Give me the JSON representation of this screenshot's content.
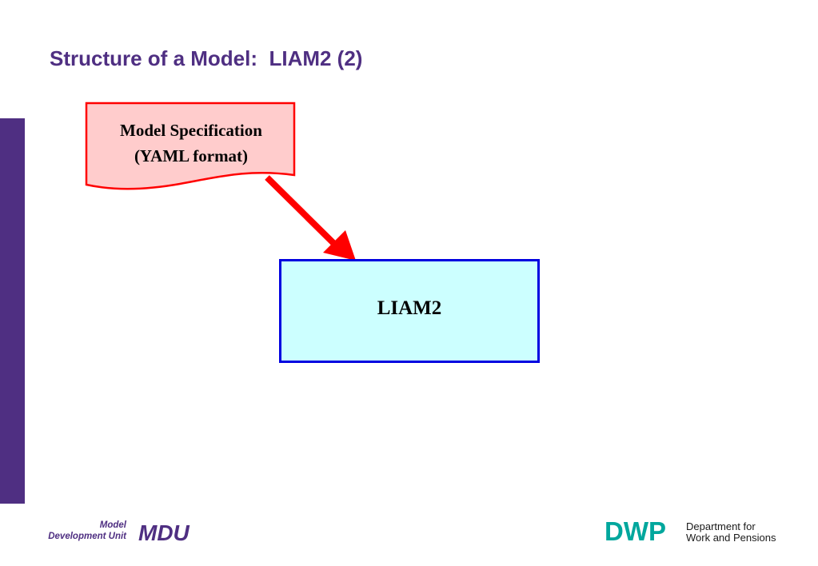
{
  "slide": {
    "title": "Structure of a Model:  LIAM2 (2)"
  },
  "diagram": {
    "spec_document": {
      "line1": "Model Specification",
      "line2": "(YAML format)",
      "fill": "#ffcccc",
      "stroke": "#ff0000"
    },
    "arrow_color": "#ff0000",
    "liam_box": {
      "label": "LIAM2",
      "fill": "#ccffff",
      "stroke": "#0000e0"
    }
  },
  "footer": {
    "mdu": {
      "line1": "Model",
      "line2": "Development Unit",
      "acronym": "MDU",
      "color": "#4f2f82"
    },
    "dwp": {
      "acronym": "DWP",
      "line1": "Department for",
      "line2": "Work and Pensions",
      "color": "#00a79d"
    }
  },
  "theme": {
    "accent": "#4f2f82"
  }
}
